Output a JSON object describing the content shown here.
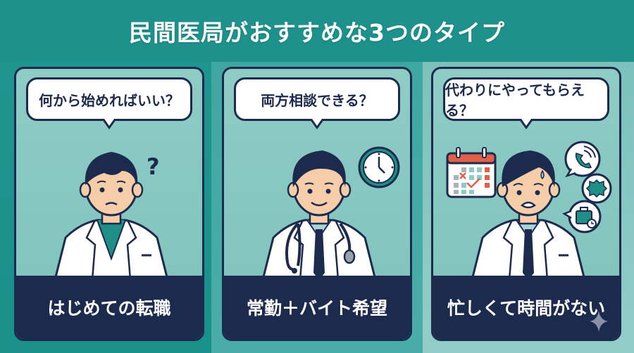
{
  "header": {
    "title": "民間医局がおすすめな3つのタイプ"
  },
  "panels": [
    {
      "question": "何から始めればいい？",
      "label": "はじめての転職",
      "expression": "worried",
      "accessory": "question-mark"
    },
    {
      "question": "両方相談できる？",
      "label": "常勤＋バイト希望",
      "expression": "smiling",
      "accessory": "clock"
    },
    {
      "question": "代わりにやってもらえる？",
      "label": "忙しくて時間がない",
      "expression": "stressed",
      "accessory": "calendar-phone-gear-briefcase"
    }
  ],
  "colors": {
    "navy": "#1c2a4e",
    "teal": "#1e918c",
    "panel_bg": "#8fccc6",
    "skin": "#f6cda9",
    "calendar_red": "#e2604a",
    "scrub_teal": "#1f8f86"
  }
}
